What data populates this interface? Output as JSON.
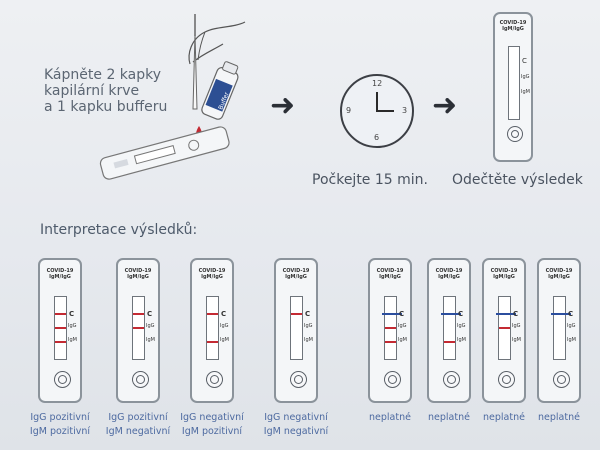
{
  "instructions": {
    "step1": [
      "Kápněte 2 kapky",
      "kapilární krve",
      "a 1 kapku bufferu"
    ],
    "buffer_label": "Buffer",
    "step2": "Počkejte 15 min.",
    "step3": "Odečtěte výsledek"
  },
  "clock": {
    "n12": "12",
    "n3": "3",
    "n6": "6",
    "n9": "9"
  },
  "cassette_text": {
    "brand": "COVID-19",
    "sub": "IgM/IgG",
    "c": "C",
    "igg": "IgG",
    "igm": "IgM"
  },
  "interpretation_title": "Interpretace výsledků:",
  "results": [
    {
      "line1": "IgG pozitivní",
      "line2": "IgM pozitivní",
      "c": "red",
      "igg": "red",
      "igm": "red"
    },
    {
      "line1": "IgG pozitivní",
      "line2": "IgM negativní",
      "c": "red",
      "igg": "red",
      "igm": ""
    },
    {
      "line1": "IgG negativní",
      "line2": "IgM pozitivní",
      "c": "red",
      "igg": "",
      "igm": "red"
    },
    {
      "line1": "IgG negativní",
      "line2": "IgM negativní",
      "c": "red",
      "igg": "",
      "igm": ""
    },
    {
      "line1": "neplatné",
      "line2": "",
      "c": "blue",
      "igg": "red",
      "igm": "red"
    },
    {
      "line1": "neplatné",
      "line2": "",
      "c": "blue",
      "igg": "",
      "igm": "red"
    },
    {
      "line1": "neplatné",
      "line2": "",
      "c": "blue",
      "igg": "red",
      "igm": ""
    },
    {
      "line1": "neplatné",
      "line2": "",
      "c": "blue",
      "igg": "",
      "igm": ""
    }
  ],
  "colors": {
    "red_line": "#c42a33",
    "blue_line": "#2b4e9e",
    "caption": "#4d6aa0"
  }
}
